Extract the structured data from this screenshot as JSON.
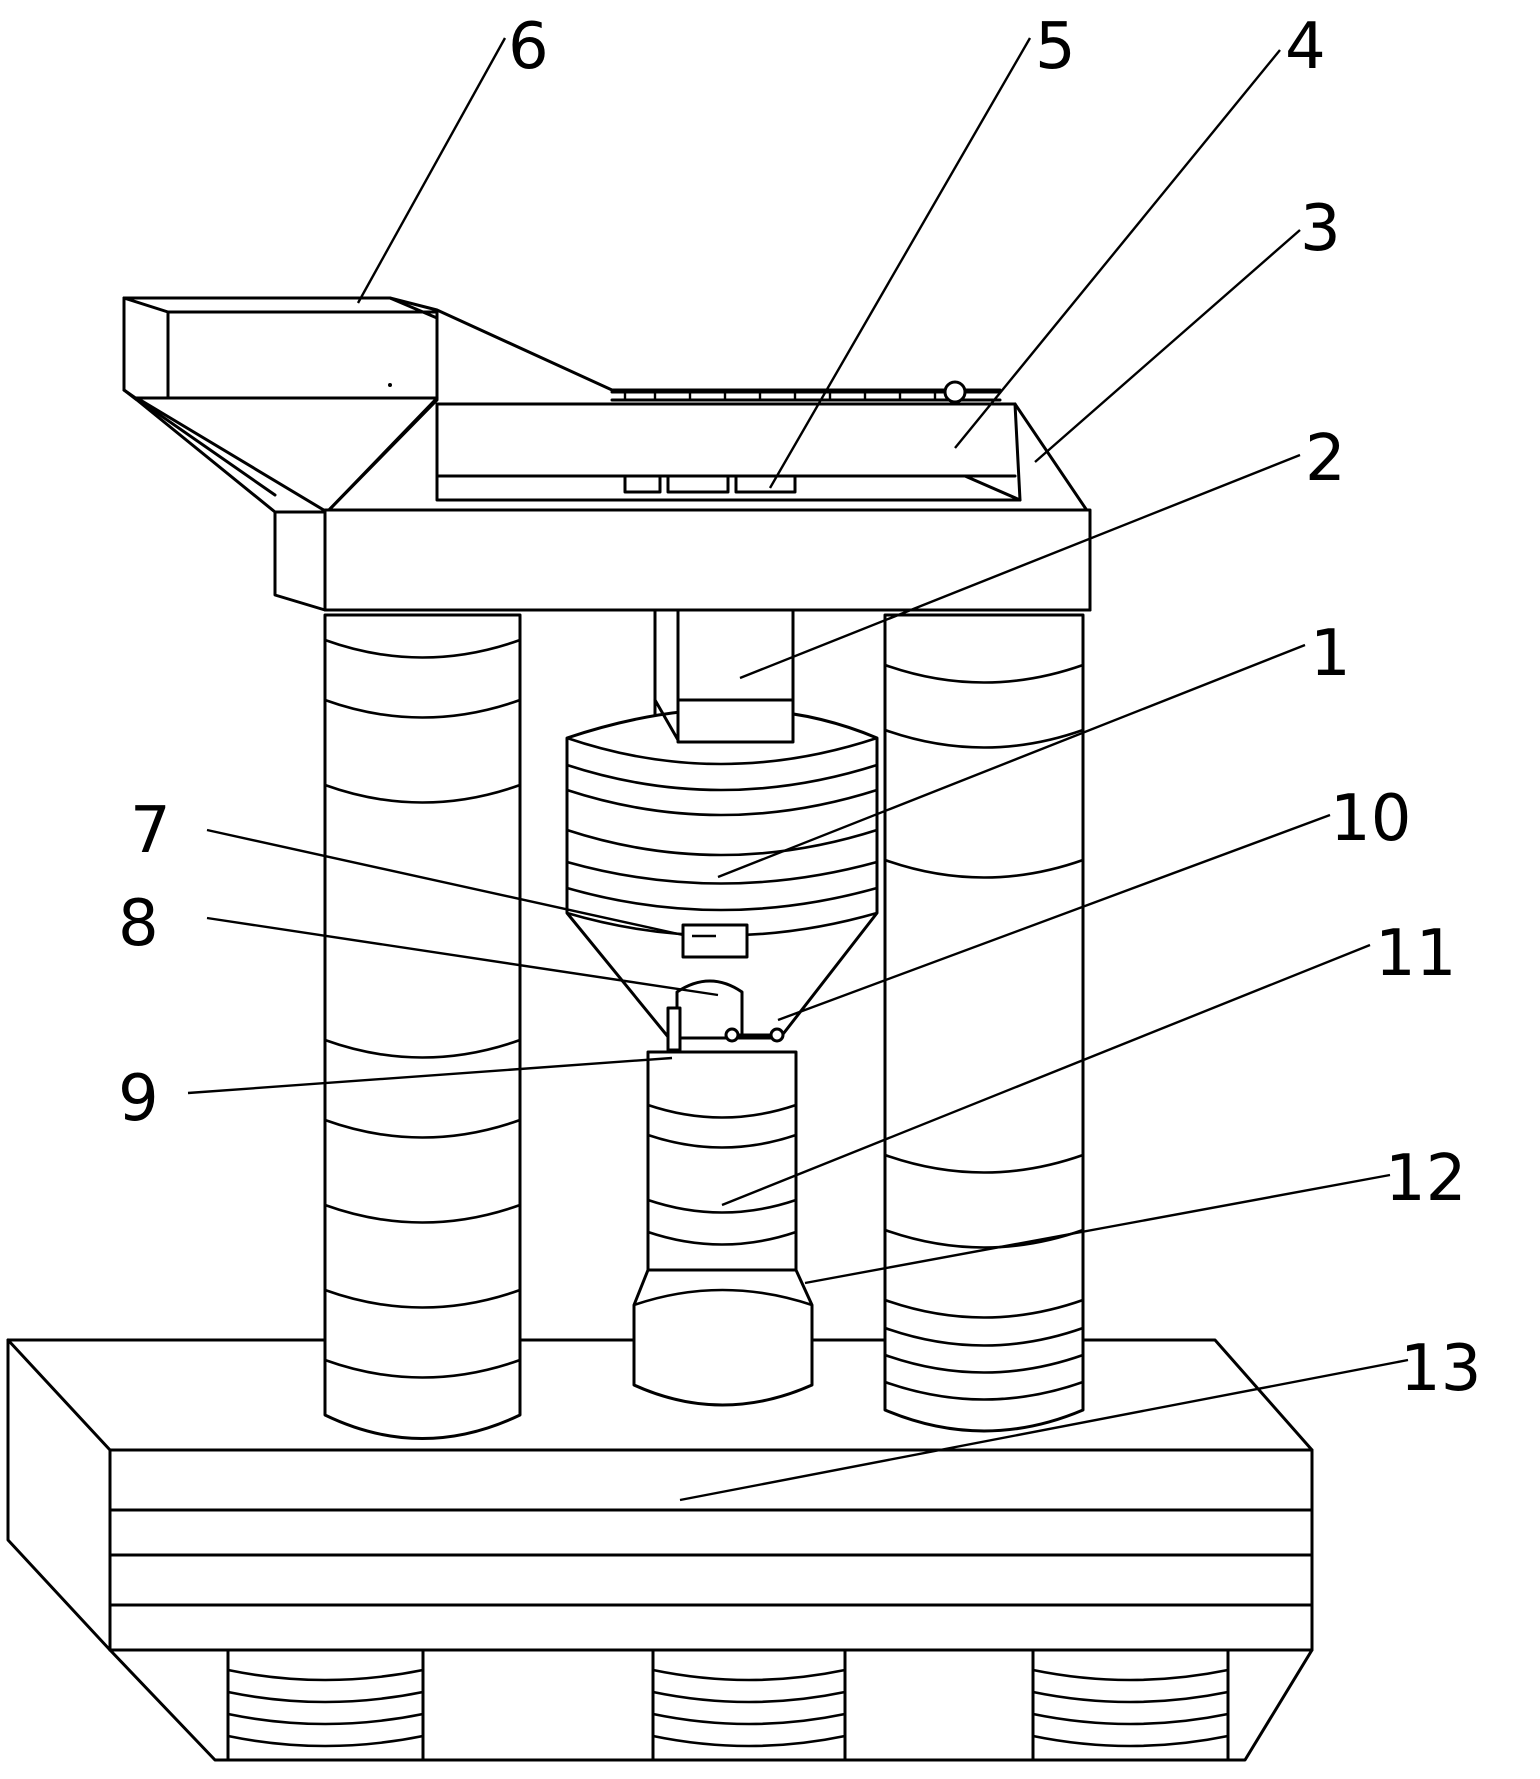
{
  "figure": {
    "labels": [
      {
        "id": "label-6",
        "text": "6"
      },
      {
        "id": "label-5",
        "text": "5"
      },
      {
        "id": "label-4",
        "text": "4"
      },
      {
        "id": "label-3",
        "text": "3"
      },
      {
        "id": "label-2",
        "text": "2"
      },
      {
        "id": "label-1",
        "text": "1"
      },
      {
        "id": "label-10",
        "text": "10"
      },
      {
        "id": "label-7",
        "text": "7"
      },
      {
        "id": "label-8",
        "text": "8"
      },
      {
        "id": "label-11",
        "text": "11"
      },
      {
        "id": "label-9",
        "text": "9"
      },
      {
        "id": "label-12",
        "text": "12"
      },
      {
        "id": "label-13",
        "text": "13"
      }
    ]
  }
}
